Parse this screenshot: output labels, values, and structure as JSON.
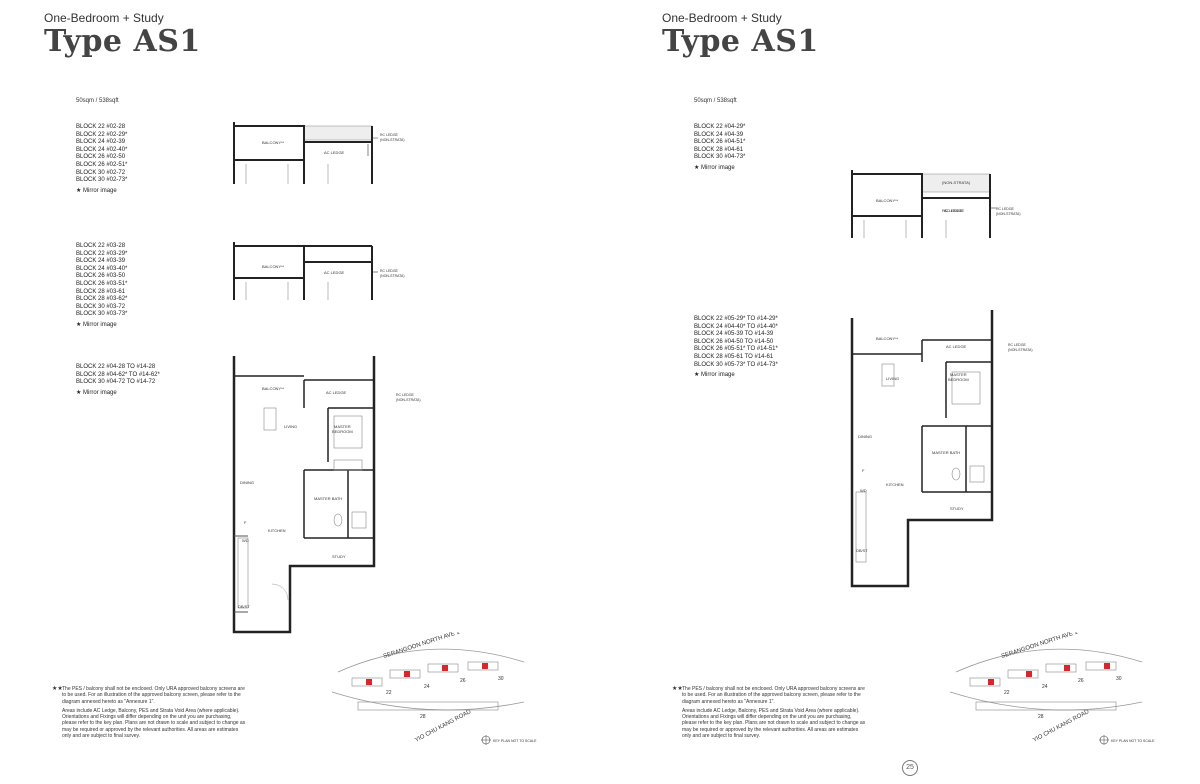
{
  "left": {
    "subtitle": "One-Bedroom + Study",
    "title": "Type AS1",
    "area": "50sqm / 538sqft",
    "groups": [
      {
        "units": [
          "BLOCK 22 #02-28",
          "BLOCK 22 #02-29*",
          "BLOCK 24 #02-39",
          "BLOCK 24 #02-40*",
          "BLOCK 26 #02-50",
          "BLOCK 26 #02-51*",
          "BLOCK 30 #02-72",
          "BLOCK 30 #02-73*"
        ],
        "mirror": "★ Mirror image"
      },
      {
        "units": [
          "BLOCK 22 #03-28",
          "BLOCK 22 #03-29*",
          "BLOCK 24 #03-39",
          "BLOCK 24 #03-40*",
          "BLOCK 26 #03-50",
          "BLOCK 26 #03-51*",
          "BLOCK 28 #03-61",
          "BLOCK 28 #03-62*",
          "BLOCK 30 #03-72",
          "BLOCK 30 #03-73*"
        ],
        "mirror": "★ Mirror image"
      },
      {
        "units": [
          "BLOCK 22 #04-28 TO #14-28",
          "BLOCK 28 #04-62* TO #14-62*",
          "BLOCK 30 #04-72 TO #14-72"
        ],
        "mirror": "★ Mirror image"
      }
    ]
  },
  "right": {
    "subtitle": "One-Bedroom + Study",
    "title": "Type AS1",
    "area": "50sqm / 538sqft",
    "groups": [
      {
        "units": [
          "BLOCK 22 #04-29*",
          "BLOCK 24 #04-39",
          "BLOCK 26 #04-51*",
          "BLOCK 28 #04-61",
          "BLOCK 30 #04-73*"
        ],
        "mirror": "★ Mirror image"
      },
      {
        "units": [
          "BLOCK 22 #05-29* TO #14-29*",
          "BLOCK 24 #04-40* TO #14-40*",
          "BLOCK 24 #05-39 TO #14-39",
          "BLOCK 26 #04-50 TO #14-50",
          "BLOCK 26 #05-51* TO #14-51*",
          "BLOCK 28 #05-61 TO #14-61",
          "BLOCK 30 #05-73* TO #14-73*"
        ],
        "mirror": "★ Mirror image"
      }
    ],
    "page_number": "25"
  },
  "rooms": {
    "balcony": "BALCONY**",
    "ac_ledge": "AC LEDGE",
    "rc_ledge_1": "RC LEDGE",
    "rc_ledge_2": "(NON-STRATA)",
    "living": "LIVING",
    "master_bedroom_1": "MASTER",
    "master_bedroom_2": "BEDROOM",
    "dining": "DINING",
    "master_bath": "MASTER BATH",
    "kitchen": "KITCHEN",
    "study": "STUDY",
    "fridge": "F",
    "wd": "WD",
    "db_st": "DB/ST"
  },
  "notes": {
    "star": "★★",
    "para1": "The PES / balcony shall not be enclosed. Only URA approved balcony screens are to be used. For an illustration of the approved balcony screen, please refer to the diagram annexed hereto as \"Annexure 1\".",
    "para2": "Areas include AC Ledge, Balcony, PES and Strata Void Area (where applicable). Orientations and Fixings will differ depending on the unit you are purchasing, please refer to the key plan. Plans are not drawn to scale and subject to change as may be required or approved by the relevant authorities. All areas are estimates only and are subject to final survey."
  },
  "keyplan": {
    "road_north": "SERANGOON NORTH AVE 1",
    "road_south": "YIO CHU KANG ROAD",
    "blocks": [
      "22",
      "24",
      "26",
      "28",
      "30"
    ],
    "scale_note": "KEY PLAN NOT TO SCALE"
  },
  "colors": {
    "highlight": "#d9262b",
    "wall": "#222222",
    "title": "#444444"
  }
}
